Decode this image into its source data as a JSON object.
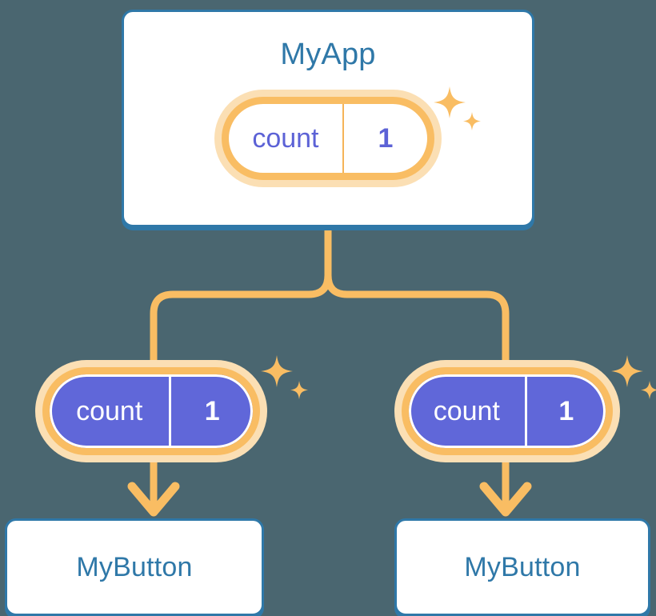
{
  "diagram": {
    "title": "MyApp",
    "background_color": "#4a6670",
    "accent_blue": "#2f78a8",
    "accent_orange": "#f9bd63",
    "accent_orange_light": "#fbdfb4",
    "accent_purple": "#6067d9"
  },
  "root": {
    "component_label": "MyApp",
    "state": {
      "key": "count",
      "value": "1"
    },
    "sparkle_name": "sparkle-icon"
  },
  "children": [
    {
      "component_label": "MyButton",
      "state": {
        "key": "count",
        "value": "1"
      },
      "sparkle_name": "sparkle-icon"
    },
    {
      "component_label": "MyButton",
      "state": {
        "key": "count",
        "value": "1"
      },
      "sparkle_name": "sparkle-icon"
    }
  ]
}
